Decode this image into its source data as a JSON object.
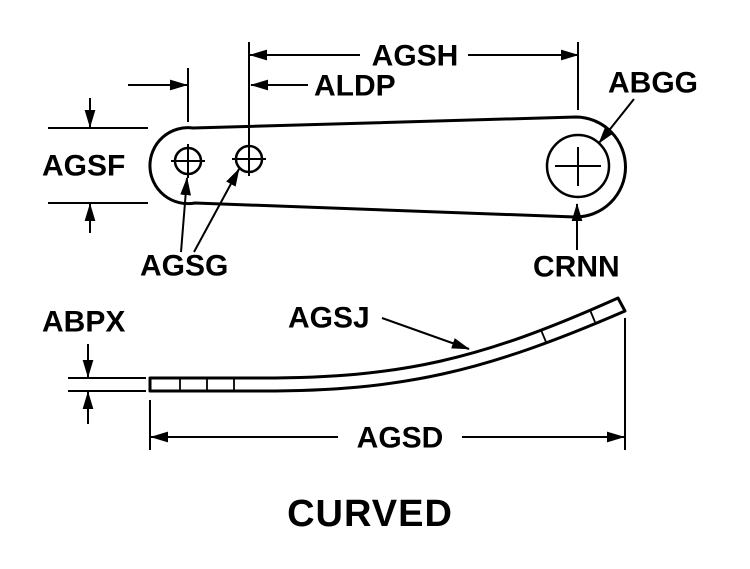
{
  "title": "CURVED",
  "colors": {
    "line": "#000000",
    "background": "#ffffff"
  },
  "dimension_labels": {
    "agsh": "AGSH",
    "aldp": "ALDP",
    "abgg": "ABGG",
    "agsf": "AGSF",
    "agsg": "AGSG",
    "crnn": "CRNN",
    "abpx": "ABPX",
    "agsj": "AGSJ",
    "agsd": "AGSD"
  }
}
